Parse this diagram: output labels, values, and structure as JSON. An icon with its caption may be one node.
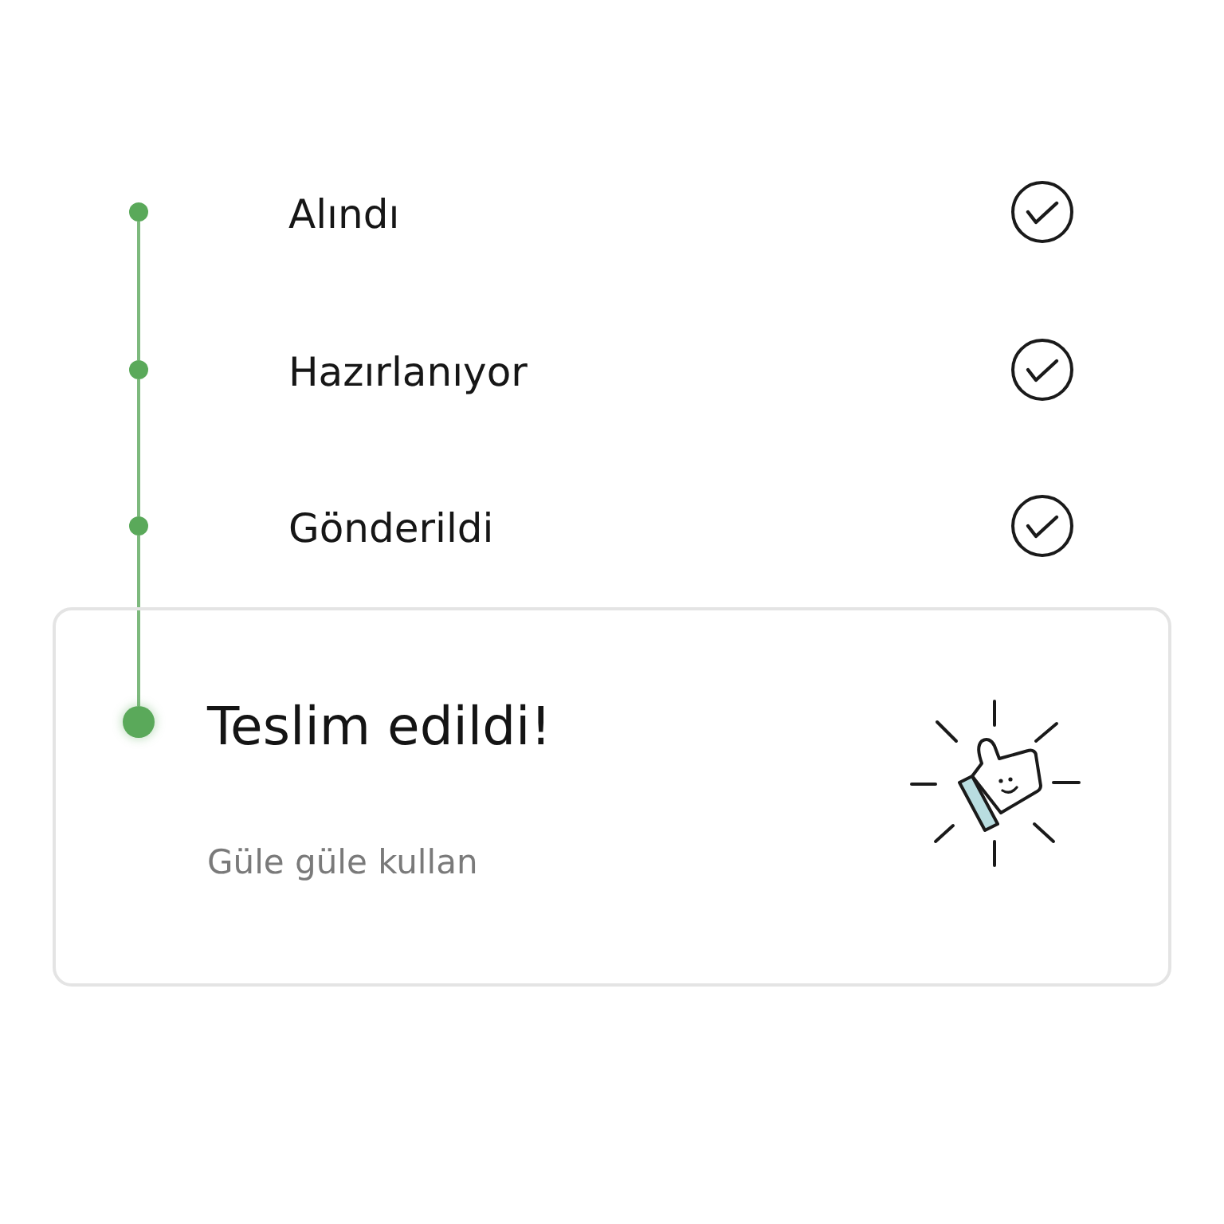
{
  "diagram": {
    "nodes": [
      {
        "text": [],
        "shape": "circle",
        "beside": [
          "Alındı"
        ]
      },
      {
        "text": [],
        "shape": "circle",
        "beside": [
          "Hazırlanıyor"
        ]
      },
      {
        "text": [],
        "shape": "circle",
        "beside": [
          "Gönderildi"
        ]
      },
      {
        "text": [
          "Teslim edildi!",
          "Güle güle kullan"
        ]
      },
      {
        "text": [],
        "shape": "circle",
        "in": 3
      }
    ],
    "edges": [
      {
        "from": 0,
        "to": 1,
        "arrow": "none"
      },
      {
        "from": 1,
        "to": 2,
        "arrow": "none"
      },
      {
        "from": 2,
        "to": 4,
        "arrow": "none"
      }
    ]
  }
}
